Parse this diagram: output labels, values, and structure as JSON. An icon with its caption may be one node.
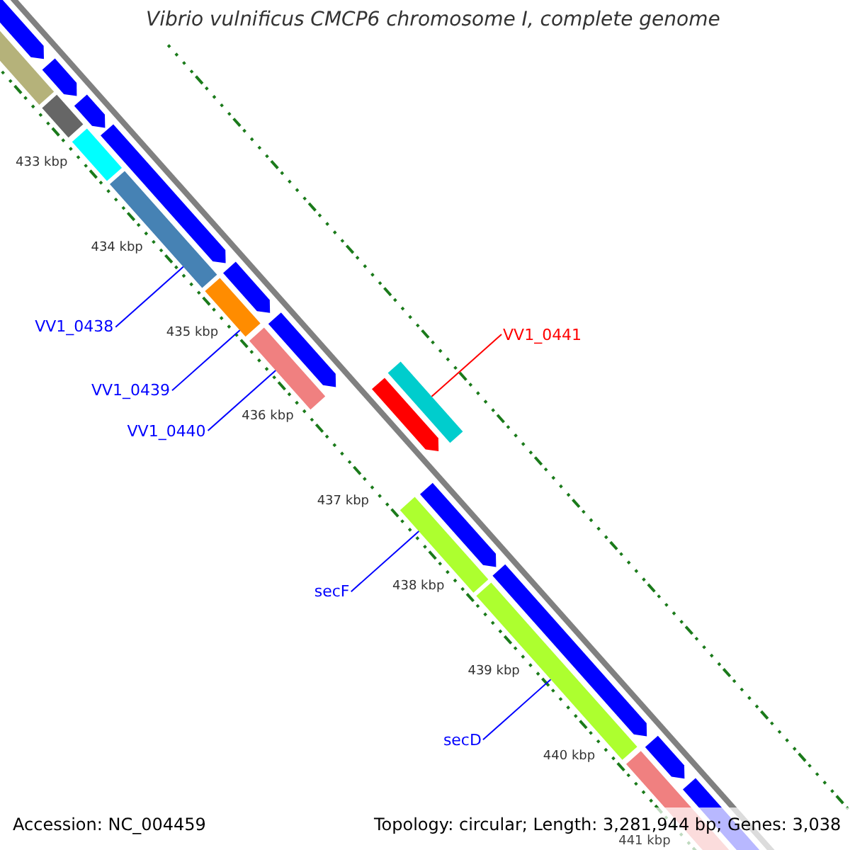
{
  "diagram": {
    "title": "Vibrio vulnificus CMCP6 chromosome I, complete genome",
    "nodes": [
      {
        "text": [
          "VV1_0438"
        ]
      },
      {
        "text": [],
        "shape": "bar"
      },
      {
        "text": [
          "VV1_0439"
        ]
      },
      {
        "text": [],
        "shape": "bar"
      },
      {
        "text": [
          "VV1_0440"
        ]
      },
      {
        "text": [],
        "shape": "bar"
      },
      {
        "text": [
          "VV1_0441"
        ]
      },
      {
        "text": [],
        "shape": "bar"
      },
      {
        "text": [
          "secF"
        ]
      },
      {
        "text": [],
        "shape": "bar"
      },
      {
        "text": [
          "secD"
        ]
      },
      {
        "text": [],
        "shape": "bar"
      }
    ],
    "edges": [
      {
        "from": 0,
        "to": 1,
        "arrow": "none"
      },
      {
        "from": 2,
        "to": 3,
        "arrow": "none"
      },
      {
        "from": 4,
        "to": 5,
        "arrow": "none"
      },
      {
        "from": 6,
        "to": 7,
        "arrow": "none",
        "color": "#ff0000"
      },
      {
        "from": 8,
        "to": 9,
        "arrow": "none"
      },
      {
        "from": 10,
        "to": 11,
        "arrow": "none"
      }
    ],
    "labels": [
      "433 kbp",
      "434 kbp",
      "435 kbp",
      "436 kbp",
      "437 kbp",
      "438 kbp",
      "439 kbp",
      "440 kbp",
      "441 kbp",
      "Accession: NC_004459",
      "Topology: circular; Length: 3,281,944 bp; Genes: 3,038"
    ]
  }
}
